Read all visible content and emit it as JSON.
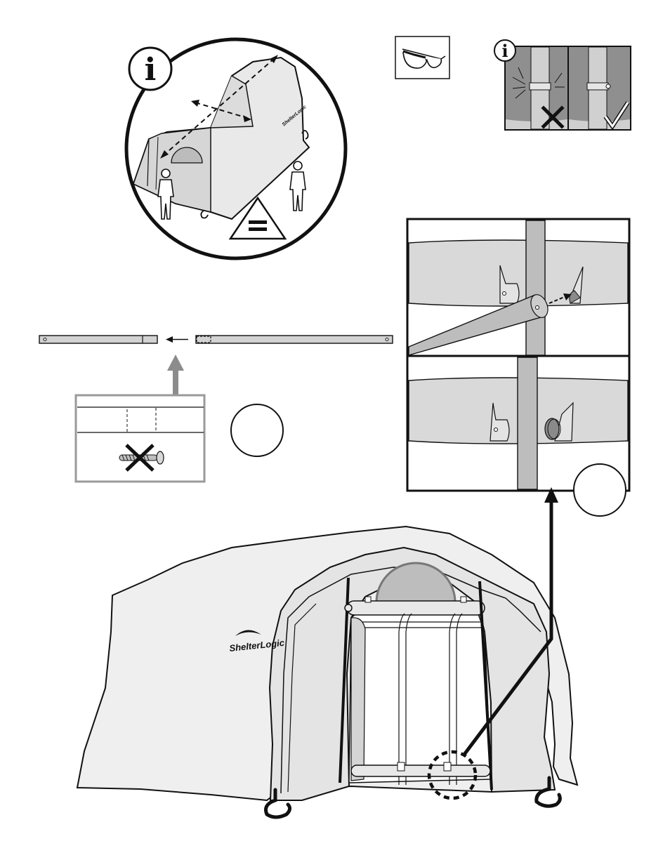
{
  "colors": {
    "ink": "#111111",
    "cover": "#e6e6e6",
    "cover_shade": "#cfcfcf",
    "pipe": "#bdbdbd",
    "panel_bg": "#ffffff",
    "dark_photo": "#8a8a8a",
    "light_photo": "#d6d6d6",
    "arrow_grey": "#8c8c8c",
    "box_grey": "#9a9a9a"
  },
  "icons": {
    "info_top_left": "info-icon",
    "info_top_right": "info-icon",
    "goggles": "safety-goggles-icon",
    "wrong": "cross-mark-icon",
    "right": "check-mark-icon",
    "equal": "equal-triangle-icon",
    "arrow": "arrow-left-icon"
  },
  "labels": {
    "info_letter": "i",
    "brand_small": "ShelterLogic",
    "brand_large": "ShelterLogic",
    "reg_mark": "®"
  }
}
